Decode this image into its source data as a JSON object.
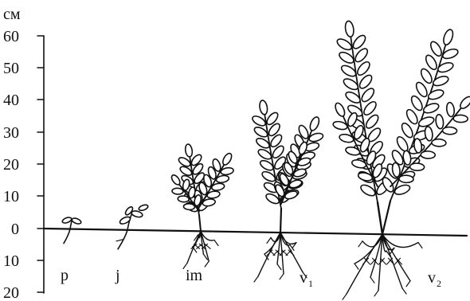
{
  "axis": {
    "unit": "см",
    "ticks_above": [
      "60",
      "50",
      "40",
      "30",
      "20",
      "10",
      "0"
    ],
    "ticks_below": [
      "10",
      "20"
    ]
  },
  "stages": [
    {
      "id": "p",
      "label": "p",
      "sub": "",
      "height_cm": 3
    },
    {
      "id": "j",
      "label": "j",
      "sub": "",
      "height_cm": 7
    },
    {
      "id": "im",
      "label": "im",
      "sub": "",
      "height_cm": 24
    },
    {
      "id": "v1",
      "label": "v",
      "sub": "1",
      "height_cm": 37
    },
    {
      "id": "v2",
      "label": "v",
      "sub": "2",
      "height_cm": 63
    }
  ]
}
